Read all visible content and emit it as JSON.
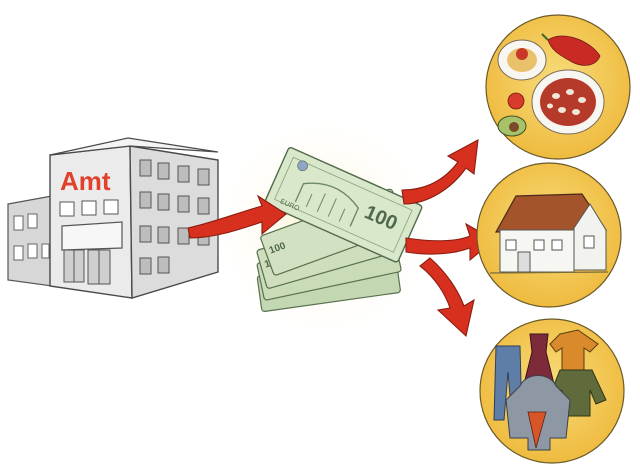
{
  "building": {
    "sign": "Amt"
  },
  "money": {
    "denomination": "100",
    "currency": "EURO"
  },
  "targets": [
    {
      "name": "food"
    },
    {
      "name": "house"
    },
    {
      "name": "clothing"
    }
  ],
  "colors": {
    "arrow": "#d8301f",
    "circle_fill": "#f3c84d",
    "building_wall": "#e6e6e6",
    "note": "#cfe0c0",
    "roof": "#a4542b"
  }
}
